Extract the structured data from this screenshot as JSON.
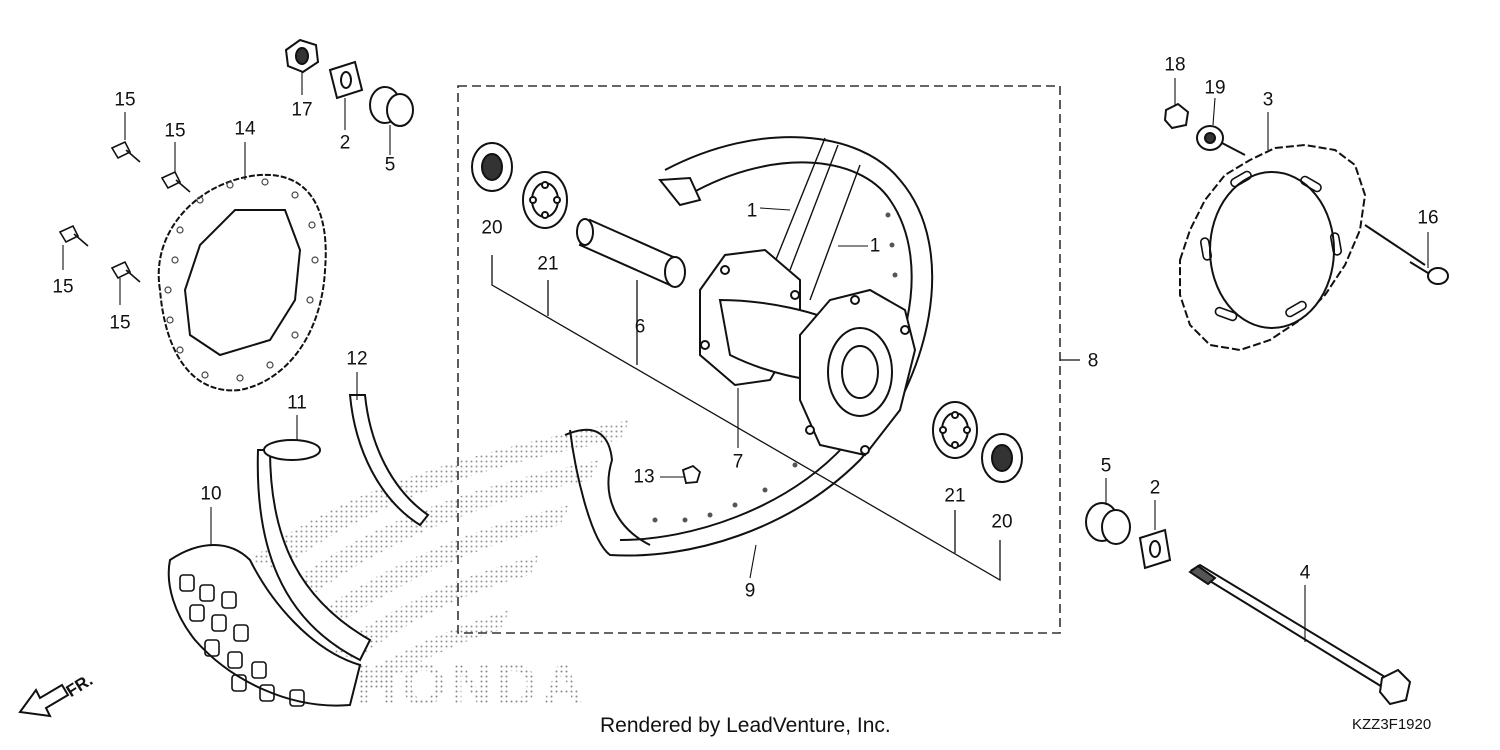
{
  "diagram": {
    "credit": "Rendered by LeadVenture, Inc.",
    "code": "KZZ3F1920",
    "direction_label": "FR.",
    "watermark": "HONDA",
    "parts": {
      "p1a": "1",
      "p1b": "1",
      "p2a": "2",
      "p2b": "2",
      "p3": "3",
      "p4": "4",
      "p5a": "5",
      "p5b": "5",
      "p6": "6",
      "p7": "7",
      "p8": "8",
      "p9": "9",
      "p10": "10",
      "p11": "11",
      "p12": "12",
      "p13": "13",
      "p14": "14",
      "p15a": "15",
      "p15b": "15",
      "p15c": "15",
      "p15d": "15",
      "p16": "16",
      "p17": "17",
      "p18": "18",
      "p19": "19",
      "p20a": "20",
      "p20b": "20",
      "p21a": "21",
      "p21b": "21"
    }
  }
}
